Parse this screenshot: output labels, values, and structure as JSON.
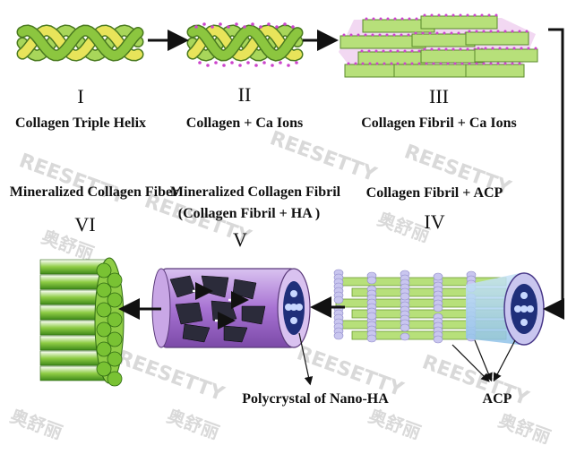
{
  "stages": [
    {
      "numeral": "I",
      "label": "Collagen Triple Helix"
    },
    {
      "numeral": "II",
      "label": "Collagen + Ca Ions"
    },
    {
      "numeral": "III",
      "label": "Collagen Fibril + Ca Ions"
    },
    {
      "numeral": "IV",
      "label": "Collagen Fibril + ACP"
    },
    {
      "numeral": "V",
      "label": "Mineralized Collagen Fibril",
      "sublabel": "(Collagen Fibril + HA )"
    },
    {
      "numeral": "VI",
      "label": "Mineralized Collagen Fiber"
    }
  ],
  "annotations": {
    "polycrystal": "Polycrystal of Nano-HA",
    "acp": "ACP"
  },
  "watermark": {
    "latin": "REESETTY",
    "cjk": "奥舒丽"
  },
  "colors": {
    "helix_green": "#a8d65a",
    "helix_yellow": "#e8e45a",
    "ca_ion": "#cc44cc",
    "fibril_green": "#b7e07a",
    "acp_blob": "#c9c6ef",
    "cylinder_purple": "#b483d8",
    "ha_crystal": "#2b2b3a",
    "core_navy": "#1f2f7a",
    "fiber_green": "#79c233"
  }
}
